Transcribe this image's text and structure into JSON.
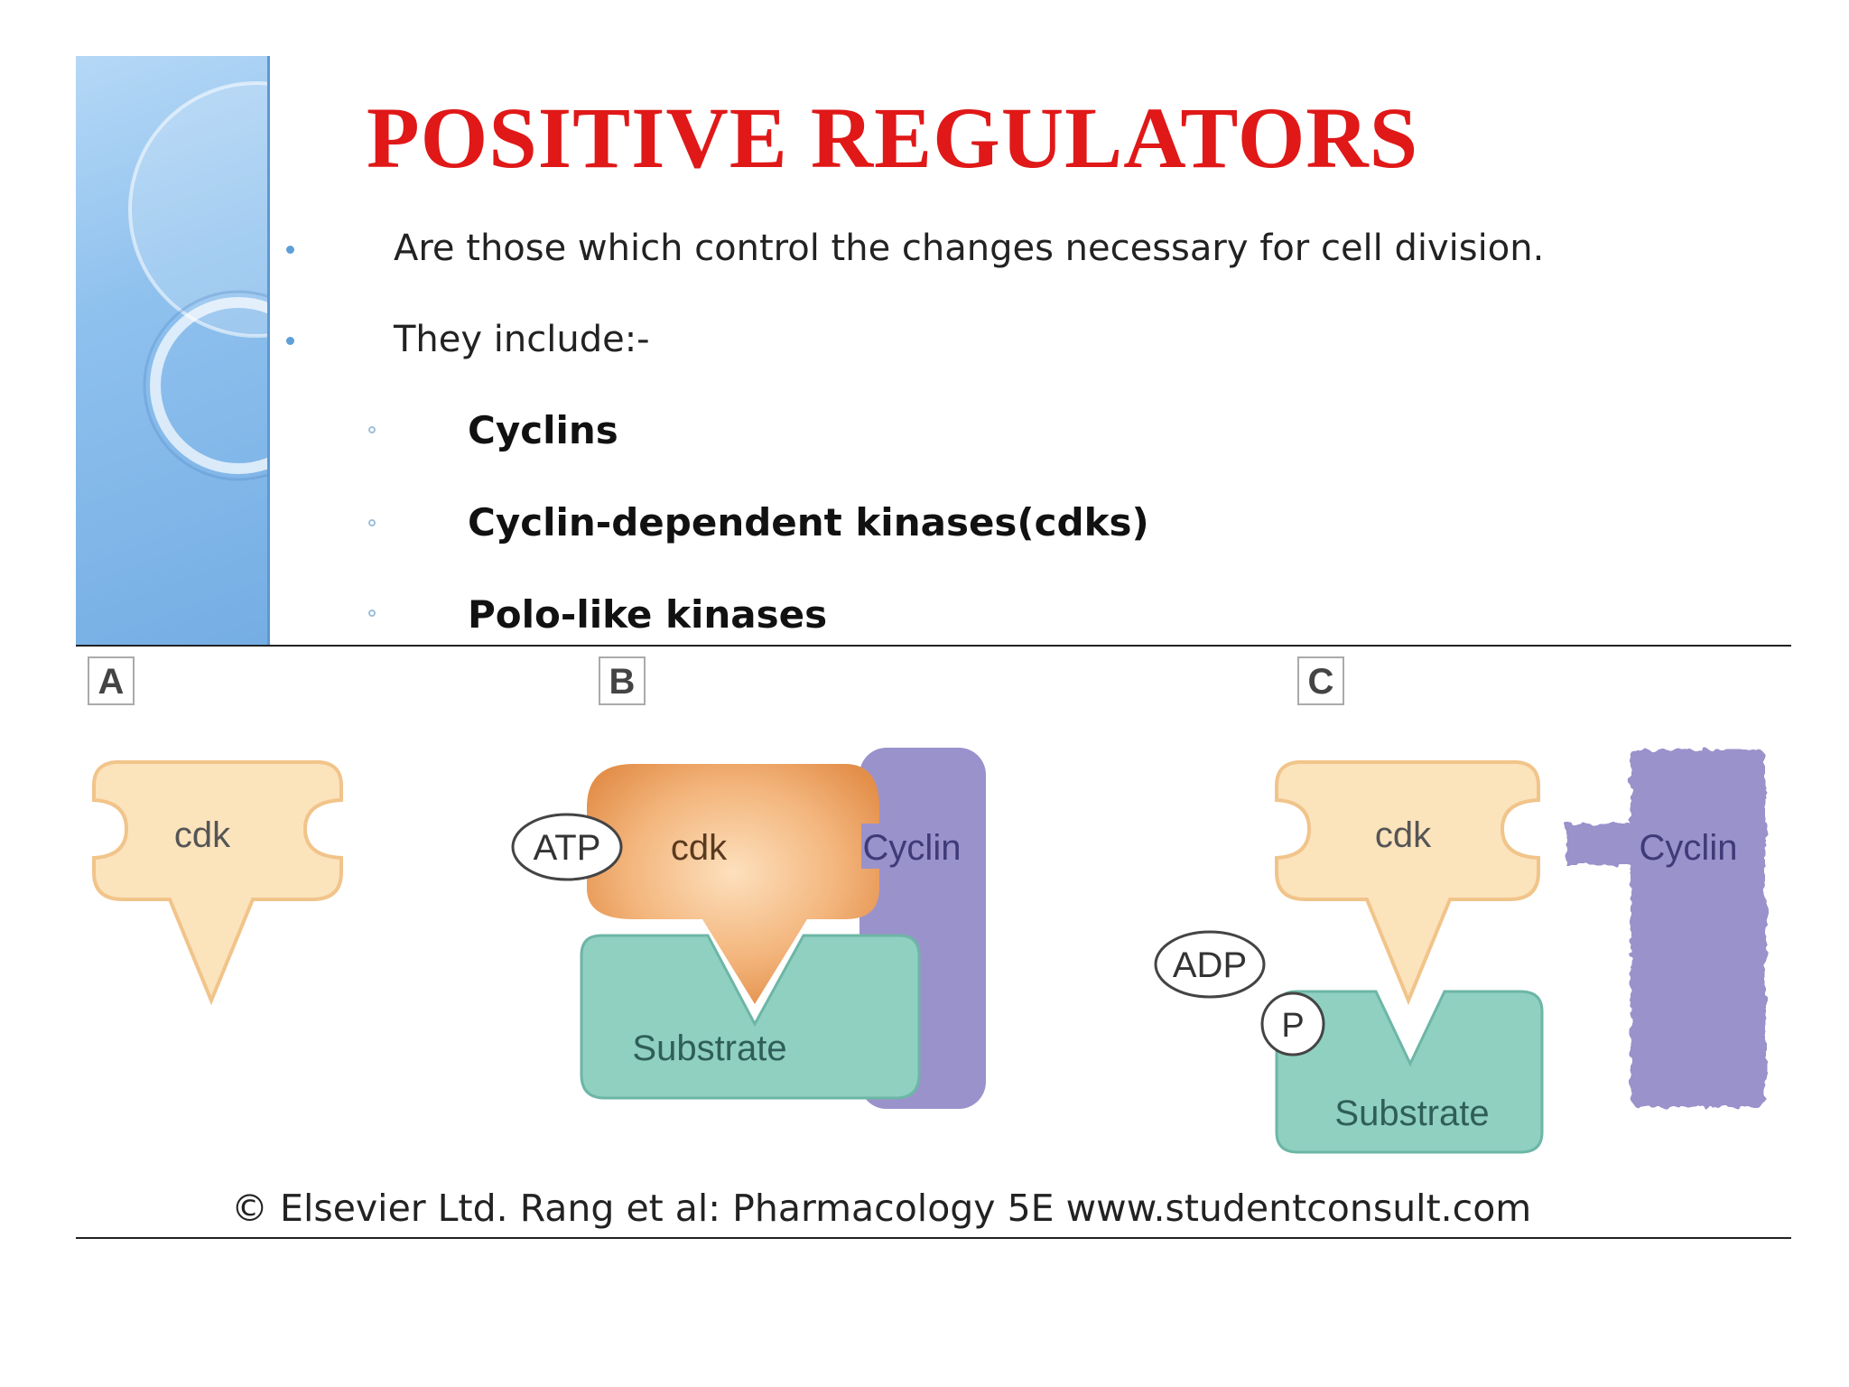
{
  "slide": {
    "title": "POSITIVE REGULATORS",
    "bullets": [
      "Are those which control the changes necessary for cell division.",
      "They include:-"
    ],
    "sub_bullets": [
      "Cyclins",
      "Cyclin-dependent kinases(cdks)",
      "Polo-like kinases"
    ]
  },
  "figure": {
    "panel_a": {
      "label": "A",
      "cdk": "cdk"
    },
    "panel_b": {
      "label": "B",
      "atp": "ATP",
      "cdk": "cdk",
      "cyclin": "Cyclin",
      "substrate": "Substrate"
    },
    "panel_c": {
      "label": "C",
      "adp": "ADP",
      "p": "P",
      "cdk": "cdk",
      "cyclin": "Cyclin",
      "substrate": "Substrate"
    },
    "credit": "© Elsevier Ltd. Rang et al: Pharmacology 5E www.studentconsult.com"
  },
  "colors": {
    "title": "#e01818",
    "cdk_fill": "#fbe3bc",
    "cdk_active": "#eea767",
    "substrate": "#8fd0c1",
    "cyclin": "#9a92cb",
    "sidebar": "#8fc1ee"
  }
}
